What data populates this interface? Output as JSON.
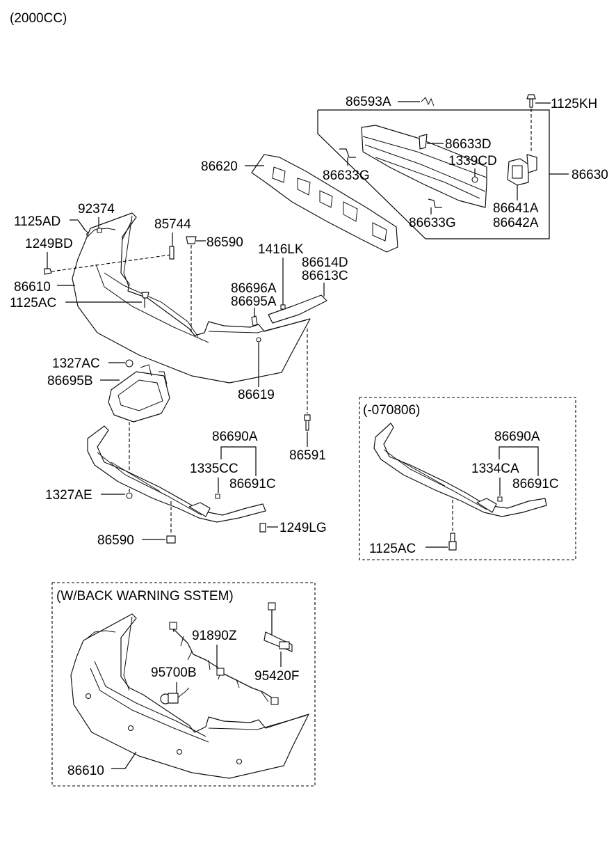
{
  "variant_label": "(2000CC)",
  "groups": {
    "early_production": "(-070806)",
    "back_warning": "(W/BACK WARNING SSTEM)"
  },
  "part_labels": {
    "p86593A": "86593A",
    "p1125KH": "1125KH",
    "p86633D": "86633D",
    "p86620": "86620",
    "p1339CD": "1339CD",
    "p86630": "86630",
    "p86633G_a": "86633G",
    "p86641A": "86641A",
    "p86642A": "86642A",
    "p86633G_b": "86633G",
    "p92374": "92374",
    "p1125AD": "1125AD",
    "p85744": "85744",
    "p86590_a": "86590",
    "p1249BD": "1249BD",
    "p1416LK": "1416LK",
    "p86614D": "86614D",
    "p86613C": "86613C",
    "p86610_a": "86610",
    "p86696A": "86696A",
    "p86695A": "86695A",
    "p1125AC_a": "1125AC",
    "p1327AC": "1327AC",
    "p86695B": "86695B",
    "p86619": "86619",
    "p86690A_a": "86690A",
    "p1335CC": "1335CC",
    "p86691C_a": "86691C",
    "p86591": "86591",
    "p1327AE": "1327AE",
    "p1249LG": "1249LG",
    "p86590_b": "86590",
    "p86690A_b": "86690A",
    "p1334CA": "1334CA",
    "p86691C_b": "86691C",
    "p1125AC_b": "1125AC",
    "p91890Z": "91890Z",
    "p95700B": "95700B",
    "p95420F": "95420F",
    "p86610_b": "86610"
  },
  "colors": {
    "line": "#000000",
    "background": "#ffffff"
  }
}
